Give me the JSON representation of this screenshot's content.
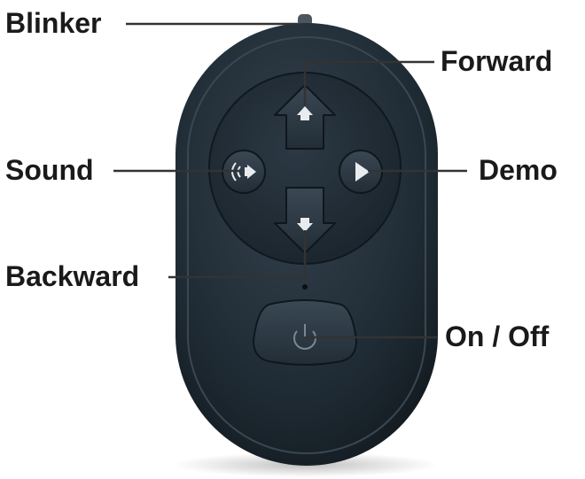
{
  "labels": {
    "blinker": "Blinker",
    "forward": "Forward",
    "sound": "Sound",
    "demo": "Demo",
    "backward": "Backward",
    "power": "On / Off"
  },
  "colors": {
    "remote_body": "#1f2b34",
    "remote_bezel": "#283540",
    "button": "#2e3b46",
    "icon": "#e8ecef",
    "line": "#333333",
    "text": "#1a1a1a"
  }
}
